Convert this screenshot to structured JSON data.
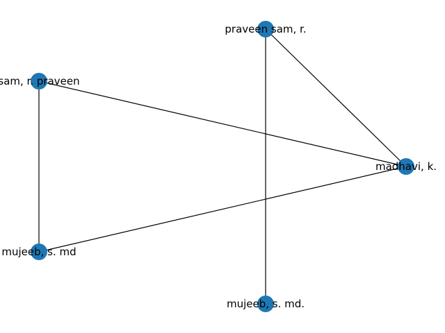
{
  "graph": {
    "node_color": "#1f77b4",
    "edge_color": "#000000",
    "nodes": [
      {
        "id": "praveen",
        "label": "praveen sam, r."
      },
      {
        "id": "sam",
        "label": "sam, r. praveen"
      },
      {
        "id": "madhavi",
        "label": "madhavi, k."
      },
      {
        "id": "mujeeb_md",
        "label": "mujeeb, s. md"
      },
      {
        "id": "mujeeb_md_dot",
        "label": "mujeeb, s. md."
      }
    ],
    "edges": [
      {
        "source": "praveen",
        "target": "madhavi"
      },
      {
        "source": "praveen",
        "target": "mujeeb_md_dot"
      },
      {
        "source": "sam",
        "target": "madhavi"
      },
      {
        "source": "sam",
        "target": "mujeeb_md"
      },
      {
        "source": "mujeeb_md",
        "target": "madhavi"
      }
    ]
  }
}
